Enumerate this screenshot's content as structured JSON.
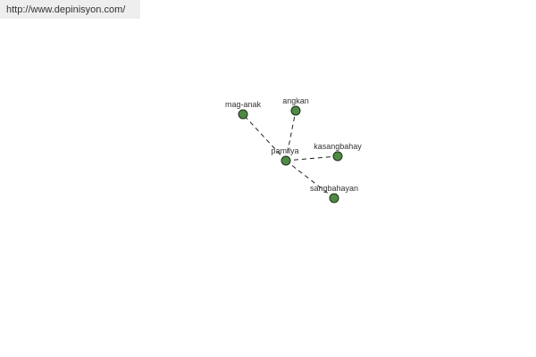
{
  "header": {
    "url": "http://www.depinisyon.com/"
  },
  "graph": {
    "center": {
      "label": "pamilya",
      "color": "#4f8a45"
    },
    "nodes": [
      {
        "label": "mag-anak"
      },
      {
        "label": "angkan"
      },
      {
        "label": "kasangbahay"
      },
      {
        "label": "sangbahayan"
      }
    ]
  }
}
